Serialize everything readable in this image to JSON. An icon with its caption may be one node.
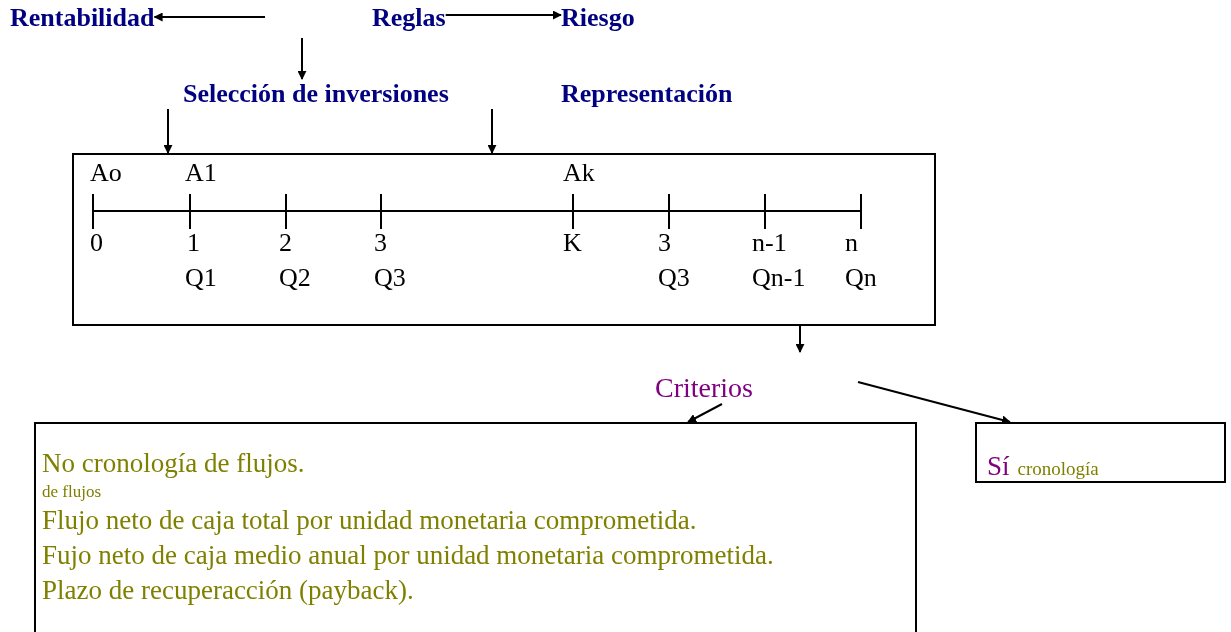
{
  "diagram": {
    "nodes": [
      {
        "text": [
          "Rentabilidad"
        ]
      },
      {
        "text": [
          "Reglas"
        ]
      },
      {
        "text": [
          "Riesgo"
        ]
      },
      {
        "text": [
          "Selección de inversiones"
        ]
      },
      {
        "text": [
          "Representación"
        ]
      },
      {
        "text": [
          "Ao",
          "A1",
          "Ak",
          "0",
          "1",
          "2",
          "3",
          "K",
          "3",
          "n-1",
          "n",
          "Q1",
          "Q2",
          "Q3",
          "Q3",
          "Qn-1",
          "Qn"
        ]
      },
      {
        "text": [
          "Criterios"
        ]
      },
      {
        "text": [
          "No cronología de flujos.",
          "de flujos",
          "Flujo neto de caja total por unidad monetaria comprometida.",
          "Fujo neto de caja medio anual por unidad monetaria comprometida.",
          "Plazo de recuperacción (payback)."
        ]
      },
      {
        "text": [
          "Sí",
          "cronología"
        ]
      }
    ],
    "edges": [
      {
        "from": null,
        "to": 0,
        "arrow": "to"
      },
      {
        "from": 1,
        "to": 2,
        "arrow": "to"
      },
      {
        "from": null,
        "to": 3,
        "arrow": "to"
      },
      {
        "from": 3,
        "to": 5,
        "arrow": "to"
      },
      {
        "from": 3,
        "to": 5,
        "arrow": "to"
      },
      {
        "from": 5,
        "to": null,
        "arrow": "to"
      },
      {
        "from": 6,
        "to": 7,
        "arrow": "to"
      },
      {
        "from": null,
        "to": 8,
        "arrow": "to"
      }
    ]
  }
}
